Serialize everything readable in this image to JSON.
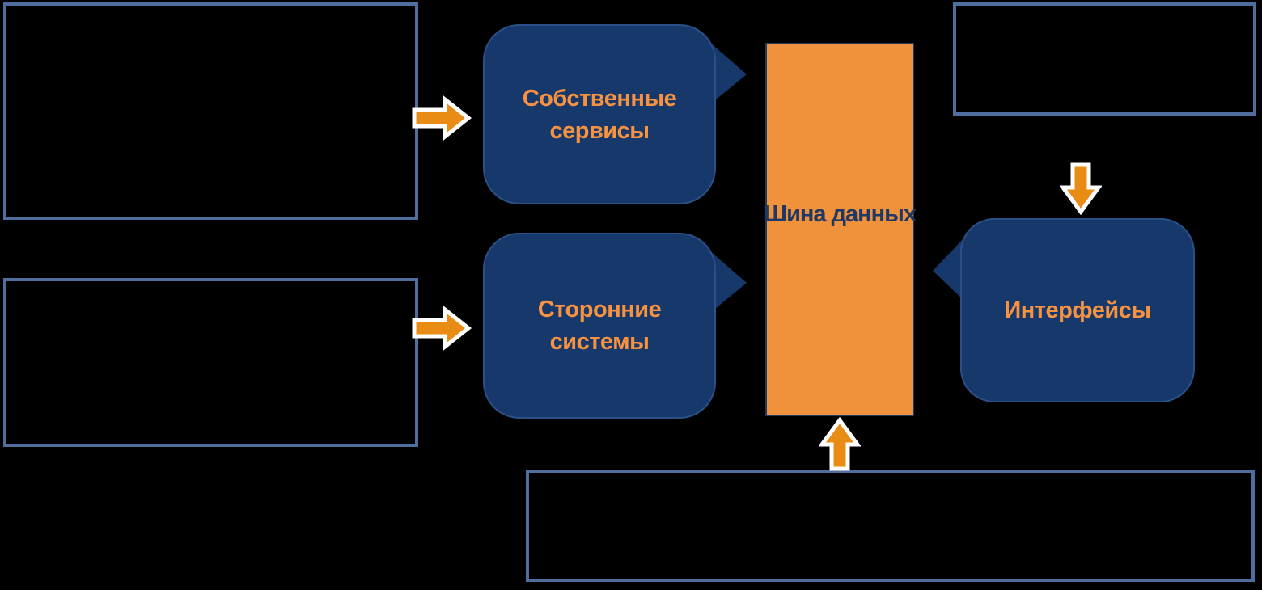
{
  "colors": {
    "background": "#000000",
    "navy": "#17386b",
    "bubble_border": "#2b5088",
    "box_border": "#4f6e9e",
    "bus_fill": "#f0923c",
    "bus_border": "#1f3864",
    "bus_text": "#1f3864",
    "label_orange": "#f79240",
    "arrow_fill": "#e88c15",
    "arrow_outline": "#ffffff"
  },
  "nodes": {
    "own_services": {
      "line1": "Собственные",
      "line2": "сервисы"
    },
    "third_party_systems": {
      "line1": "Сторонние",
      "line2": "системы"
    },
    "data_bus": {
      "label": "Шина данных"
    },
    "interfaces": {
      "label": "Интерфейсы"
    }
  },
  "icons": {
    "left_top_connector": "arrow-right-icon",
    "left_bottom_connector": "arrow-right-icon",
    "top_right_connector": "arrow-down-icon",
    "bottom_connector": "arrow-up-icon"
  },
  "empty_outlined_boxes": {
    "top_left": "",
    "middle_left": "",
    "top_right": "",
    "bottom": ""
  }
}
